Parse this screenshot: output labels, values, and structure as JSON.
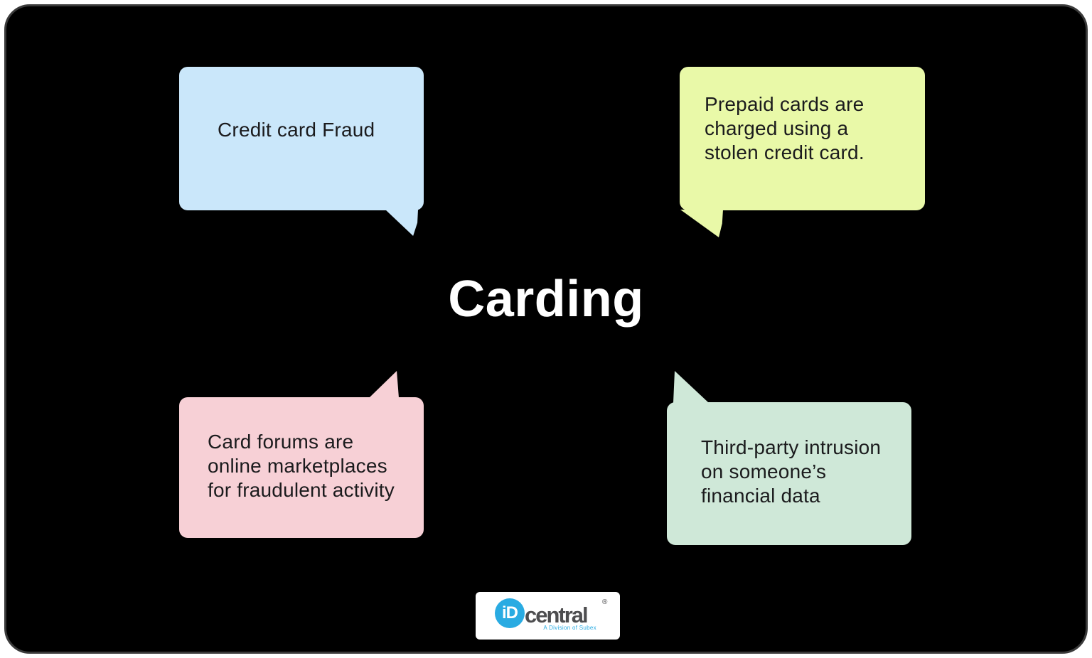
{
  "title": "Carding",
  "colors": {
    "canvas_background": "#000000",
    "canvas_border": "#3a3a3a",
    "title_text": "#ffffff",
    "bubble_text": "#1b1b1d",
    "logo_background": "#ffffff",
    "logo_brand_blue": "#29abe2",
    "logo_wordmark_gray": "#4d4d4f"
  },
  "bubbles": [
    {
      "id": "credit-card-fraud",
      "color": "#cae7fa",
      "lines": [
        "Credit card Fraud",
        "",
        ""
      ]
    },
    {
      "id": "prepaid-cards",
      "color": "#e9f9a8",
      "lines": [
        "Prepaid cards are",
        "charged using a",
        "stolen credit card."
      ]
    },
    {
      "id": "card-forums",
      "color": "#f7d0d6",
      "lines": [
        "Card forums are",
        "online marketplaces",
        "for fraudulent activity"
      ]
    },
    {
      "id": "third-party-intrusion",
      "color": "#cfe8d8",
      "lines": [
        "Third-party intrusion",
        "on someone’s",
        "financial data"
      ]
    }
  ],
  "logo": {
    "mark_text": "iD",
    "wordmark": "central",
    "registered_symbol": "®",
    "tagline": "A Division of Subex"
  }
}
